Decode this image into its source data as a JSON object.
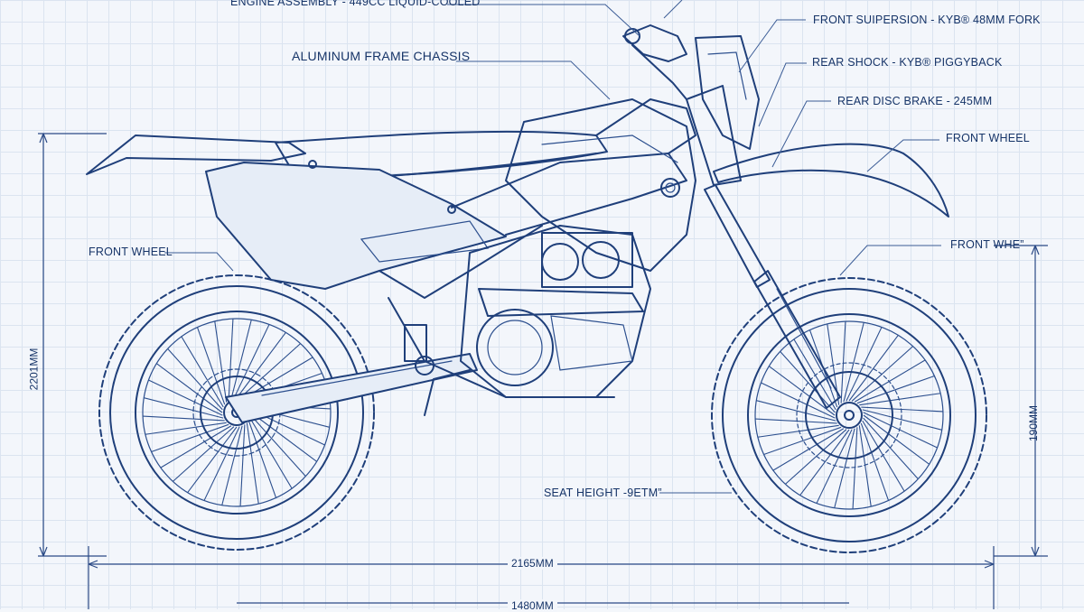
{
  "labels": {
    "engine_assembly": "ENGINE ASSEMBLY - 449cc LIQUID-COOLED",
    "aluminum_frame": "ALUMINUM FRAME CHASSIS",
    "front_suspension": "FRONT SUIPERSION - KYB® 48MM FORK",
    "rear_shock": "REAR SHOCK - KYB® PIGGYBACK",
    "rear_disc_brake": "REAR DISC BRAKE - 245MM",
    "front_wheel_top": "FRONT WHEEL",
    "front_wheel_left": "FRONT WHEEL",
    "front_wheel_right": "FRONT WHE”",
    "seat_height": "SEAT HEIGHT -9ETM”"
  },
  "dimensions": {
    "overall_height": "2201MM",
    "front_height": "190MM",
    "overall_length": "2165MM",
    "wheelbase": "1480MM"
  },
  "colors": {
    "ink": "#1f3f7a",
    "paper": "#f3f6fb",
    "grid": "#dbe4f0"
  }
}
